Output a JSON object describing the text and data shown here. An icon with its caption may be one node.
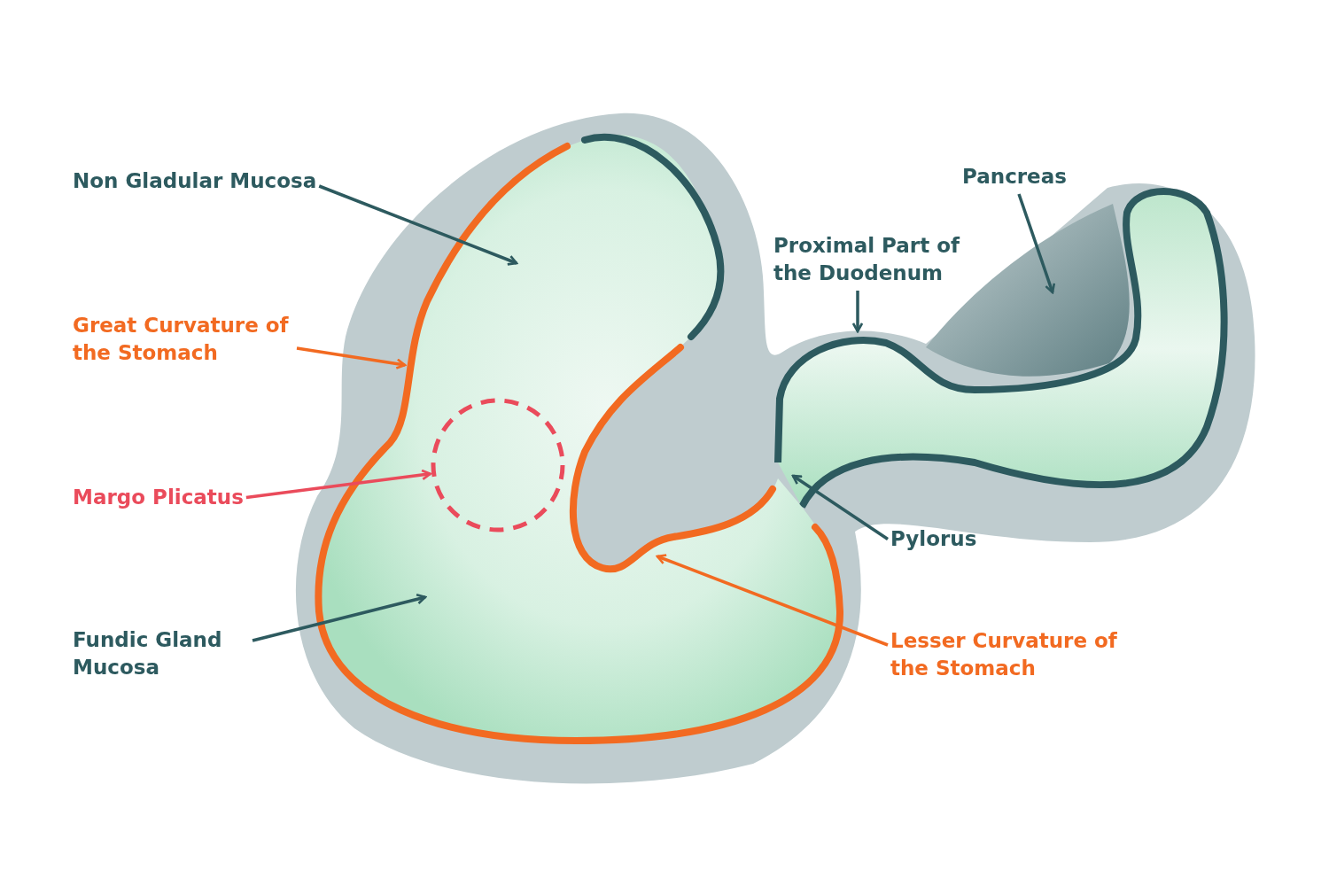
{
  "diagram": {
    "nodes": [
      {
        "text": [
          "Non Gladular Mucosa"
        ]
      },
      {
        "text": [
          "Great Curvature of the Stomach"
        ]
      },
      {
        "text": [
          "Margo Plicatus"
        ]
      },
      {
        "text": [
          "Fundic Gland Mucosa"
        ]
      },
      {
        "text": [
          "Pancreas"
        ]
      },
      {
        "text": [
          "Proximal Part of the Duodenum"
        ]
      },
      {
        "text": [
          "Pylorus"
        ]
      },
      {
        "text": [
          "Lesser Curvature of the Stomach"
        ]
      },
      {
        "text": [],
        "shape": "circle"
      }
    ],
    "edges": [
      {
        "from": 0,
        "to": null,
        "arrow": "to"
      },
      {
        "from": 1,
        "to": null,
        "arrow": "to",
        "color": "#f26a21"
      },
      {
        "from": 2,
        "to": 8,
        "arrow": "to",
        "color": "#ea4b5b"
      },
      {
        "from": 3,
        "to": null,
        "arrow": "to"
      },
      {
        "from": 4,
        "to": null,
        "arrow": "to"
      },
      {
        "from": 5,
        "to": null,
        "arrow": "to"
      },
      {
        "from": 6,
        "to": null,
        "arrow": "to"
      },
      {
        "from": 7,
        "to": null,
        "arrow": "to",
        "color": "#f26a21"
      }
    ]
  }
}
